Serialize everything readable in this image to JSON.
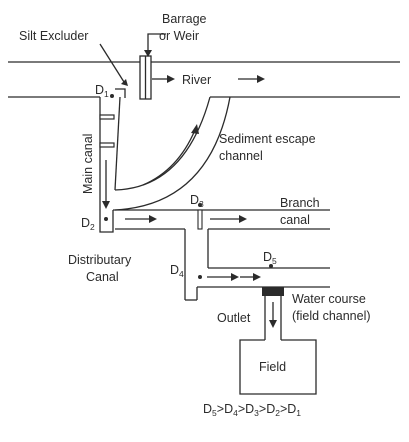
{
  "labels": {
    "silt_excluder": "Silt Excluder",
    "barrage_line1": "Barrage",
    "barrage_line2": "or Weir",
    "river": "River",
    "main_canal": "Main canal",
    "sediment_line1": "Sediment escape",
    "sediment_line2": "channel",
    "branch_line1": "Branch",
    "branch_line2": "canal",
    "distributary_line1": "Distributary",
    "distributary_line2": "Canal",
    "outlet": "Outlet",
    "watercourse_line1": "Water course",
    "watercourse_line2": "(field channel)",
    "field": "Field"
  },
  "points": {
    "d1": {
      "letter": "D",
      "sub": "1"
    },
    "d2": {
      "letter": "D",
      "sub": "2"
    },
    "d3": {
      "letter": "D",
      "sub": "3"
    },
    "d4": {
      "letter": "D",
      "sub": "4"
    },
    "d5": {
      "letter": "D",
      "sub": "5"
    }
  },
  "relation": [
    {
      "letter": "D",
      "sub": "5"
    },
    {
      "letter": ">D",
      "sub": "4"
    },
    {
      "letter": ">D",
      "sub": "3"
    },
    {
      "letter": ">D",
      "sub": "2"
    },
    {
      "letter": ">D",
      "sub": "1"
    }
  ]
}
